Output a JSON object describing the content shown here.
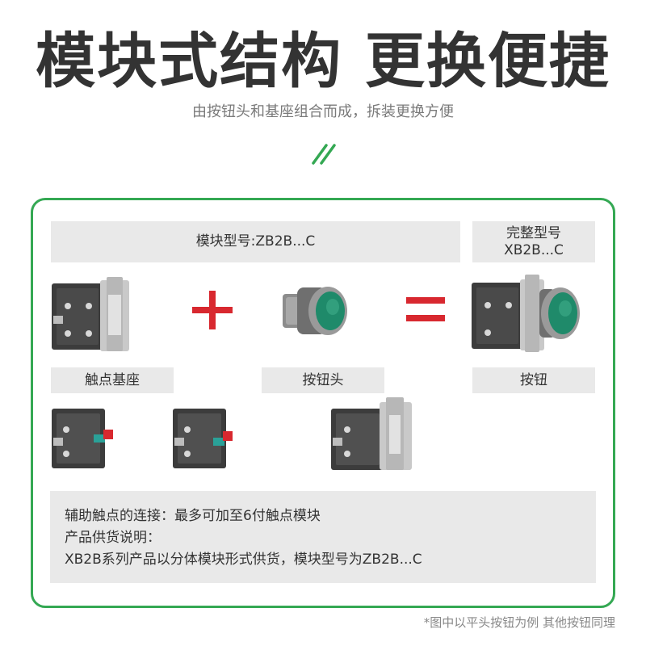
{
  "header": {
    "title": "模块式结构 更换便捷",
    "subtitle": "由按钮头和基座组合而成，拆装更换方便"
  },
  "panel": {
    "module_model_label": "模块型号:ZB2B...C",
    "full_model_label_line1": "完整型号",
    "full_model_label_line2": "XB2B...C",
    "contact_base_label": "触点基座",
    "button_head_label": "按钮头",
    "button_label": "按钮",
    "operator_plus": "plus-icon",
    "operator_equals": "equals-icon"
  },
  "notes": {
    "line1": "辅助触点的连接：最多可加至6付触点模块",
    "line2": "产品供货说明：",
    "line3": "XB2B系列产品以分体模块形式供货，模块型号为ZB2B...C"
  },
  "footnote": "*图中以平头按钮为例 其他按钮同理",
  "colors": {
    "accent_green": "#34a853",
    "operator_red": "#d8282f",
    "button_green": "#1f8a6a",
    "label_bg": "#e9e9e9"
  }
}
